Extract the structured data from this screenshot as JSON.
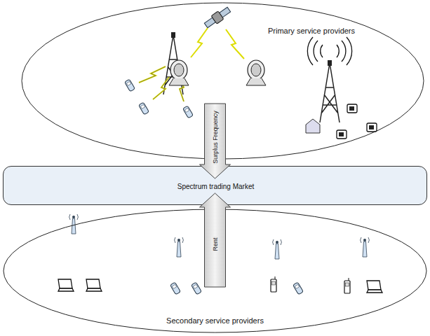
{
  "diagram": {
    "nodes": [
      {
        "text": [
          "Primary service providers"
        ]
      },
      {
        "text": [
          "Spectrum trading Market"
        ]
      },
      {
        "text": [
          "Secondary service providers"
        ]
      }
    ],
    "edges": [
      {
        "from": 0,
        "to": 1,
        "arrow": "to",
        "label": "Surplus Frequency"
      },
      {
        "from": 2,
        "to": 1,
        "arrow": "to",
        "label": "Rent"
      }
    ]
  }
}
